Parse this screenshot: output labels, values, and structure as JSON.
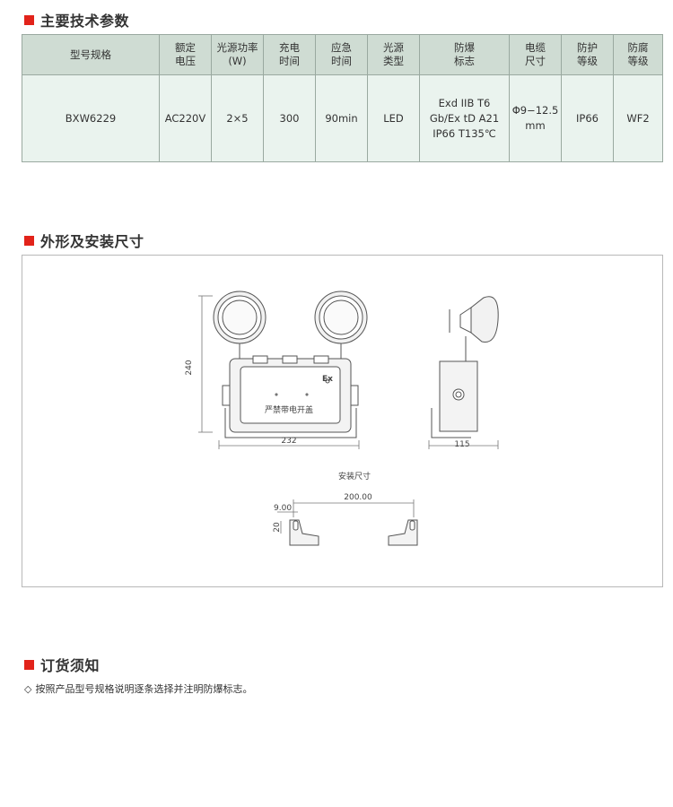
{
  "section1": {
    "title": "主要技术参数"
  },
  "table": {
    "headers": [
      "型号规格",
      "额定\n电压",
      "光源功率\n(W)",
      "充电\n时间",
      "应急\n时间",
      "光源\n类型",
      "防爆\n标志",
      "电缆\n尺寸",
      "防护\n等级",
      "防腐\n等级"
    ],
    "row": [
      "BXW6229",
      "AC220V",
      "2×5",
      "300",
      "90min",
      "LED",
      "Exd IIB T6\nGb/Ex tD A21\nIP66 T135℃",
      "Φ9−12.5\nmm",
      "IP66",
      "WF2"
    ]
  },
  "section2": {
    "title": "外形及安装尺寸"
  },
  "drawing": {
    "dim_height": "240",
    "dim_width": "232",
    "dim_depth": "115",
    "ex_mark": "Ex",
    "cover_text": "严禁带电开盖",
    "install_title": "安装尺寸",
    "dim_spacing": "200.00",
    "dim_slot": "9.00",
    "dim_slot_h": "20"
  },
  "section3": {
    "title": "订货须知"
  },
  "notice": {
    "symbol": "◇",
    "text": "按照产品型号规格说明逐条选择并注明防爆标志。"
  }
}
